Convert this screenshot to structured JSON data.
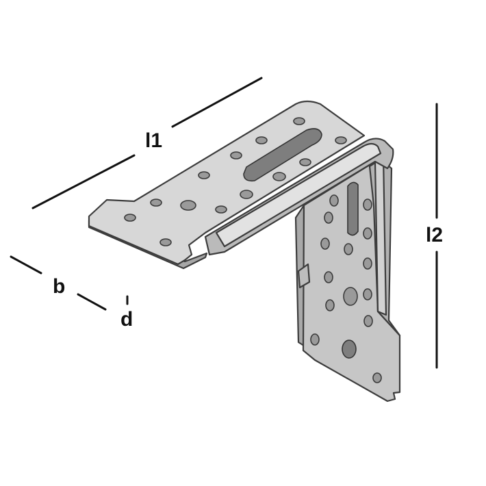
{
  "dimensions": {
    "length_1": "l1",
    "length_2": "l2",
    "width": "b",
    "thickness": "d"
  },
  "colors": {
    "plate_top": "#d6d6d6",
    "plate_front": "#c2c2c2",
    "plate_side": "#b4b4b4",
    "outline": "#3c3c3c",
    "dimension_line": "#111111"
  }
}
